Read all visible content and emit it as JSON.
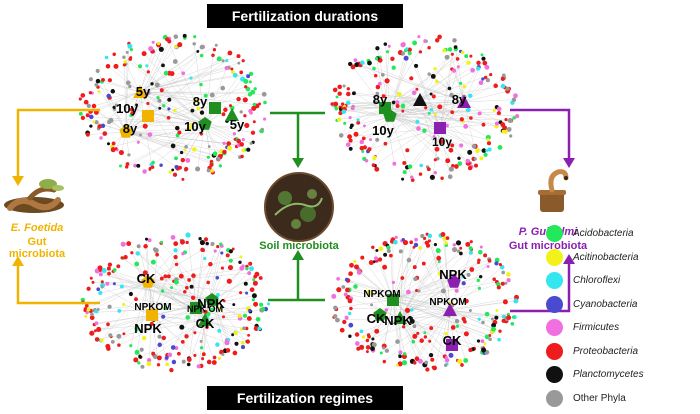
{
  "banners": {
    "top": "Fertilization durations",
    "bottom": "Fertilization regimes"
  },
  "left_worm": {
    "species": "E. Foetida",
    "caption": "Gut microbiota",
    "color": "#f0b400"
  },
  "right_worm": {
    "species": "P. Guillelmi",
    "caption": "Gut microbiota",
    "color": "#8b1fb0"
  },
  "center": {
    "caption": "Soil microbiota",
    "color": "#1f8f1f"
  },
  "networks": {
    "top_left": [
      "5y",
      "10y",
      "8y",
      "8y",
      "10y",
      "5y"
    ],
    "top_right": [
      "8y",
      "10y",
      "8y",
      "10y"
    ],
    "bottom_left": [
      "CK",
      "NPKOM",
      "NPK",
      "NPK OM",
      "NPK",
      "CK"
    ],
    "bottom_right": [
      "NPKOM",
      "CK",
      "NPK",
      "NPK",
      "NPKOM",
      "CK"
    ]
  },
  "legend": [
    {
      "label": "Acidobacteria",
      "color": "#22e85a",
      "italic": true
    },
    {
      "label": "Acitinobacteria",
      "color": "#f2f21a",
      "italic": true
    },
    {
      "label": "Chloroflexi",
      "color": "#33e6f0",
      "italic": true
    },
    {
      "label": "Cyanobacteria",
      "color": "#4a4ad0",
      "italic": true
    },
    {
      "label": "Firmicutes",
      "color": "#f070e0",
      "italic": true
    },
    {
      "label": "Proteobacteria",
      "color": "#ee1c1c",
      "italic": true
    },
    {
      "label": "Planctomycetes",
      "color": "#111111",
      "italic": true
    },
    {
      "label": "Other Phyla",
      "color": "#999999",
      "italic": false
    }
  ]
}
